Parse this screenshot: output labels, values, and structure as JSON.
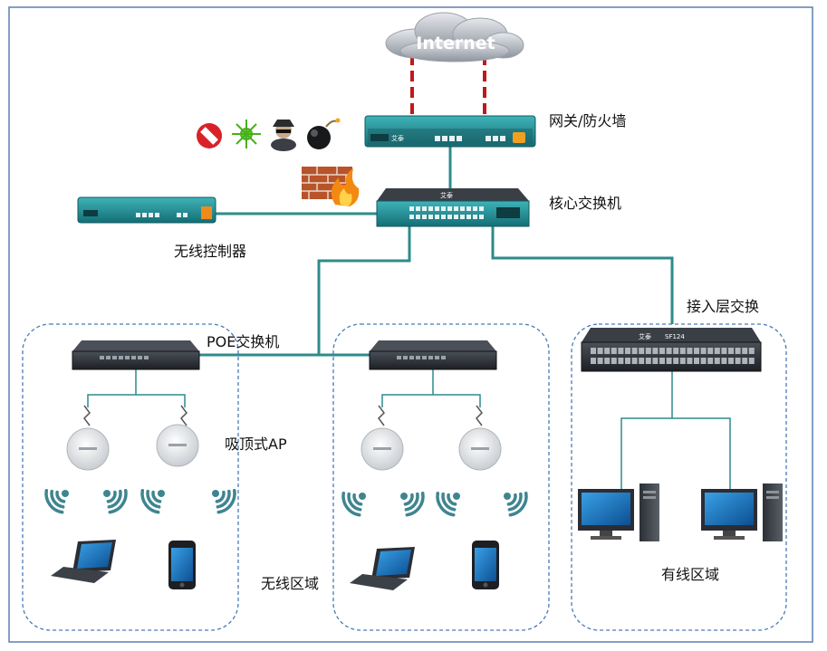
{
  "diagram": {
    "labels": {
      "internet": "Internet",
      "gateway_firewall": "网关/防火墙",
      "core_switch": "核心交换机",
      "wireless_controller": "无线控制器",
      "access_switch": "接入层交换",
      "poe_switch": "POE交换机",
      "ceiling_ap": "吸顶式AP",
      "wireless_zone": "无线区域",
      "wired_zone": "有线区域"
    },
    "device_branding": {
      "brand_text": "艾泰",
      "model_text": "SF124"
    },
    "threat_icons": [
      "no-entry-icon",
      "virus-icon",
      "hacker-icon",
      "bomb-icon"
    ],
    "colors": {
      "link": "#2e8b8b",
      "internet_link": "#c0191c",
      "zone_border": "#4a7ab8",
      "frame_border": "#5b7fb4",
      "device_body": "#2a2f35",
      "device_accent": "#1e8a92"
    }
  }
}
